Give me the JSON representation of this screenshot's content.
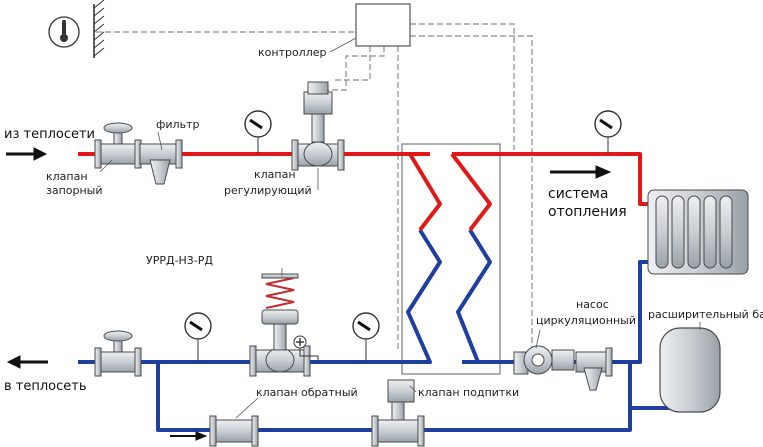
{
  "colors": {
    "supply": "#e01818",
    "return": "#1e3fa0",
    "control_line": "#888888",
    "equipment_fill": "#d0d4d8",
    "equipment_stroke": "#4a4a4a",
    "spring": "#c03030",
    "background": "#ffffff"
  },
  "labels": {
    "inlet": "из теплосети",
    "outlet": "в теплосеть",
    "filter": "фильтр",
    "shutoff_valve_1": "клапан",
    "shutoff_valve_2": "запорный",
    "controller": "контроллер",
    "regulating_valve_1": "клапан",
    "regulating_valve_2": "регулирующий",
    "heating_system_1": "система",
    "heating_system_2": "отопления",
    "pressure_regulator": "УРРД-Н3-РД",
    "pump_1": "насос",
    "pump_2": "циркуляционный",
    "expansion_tank": "расширительный бак",
    "check_valve": "клапан обратный",
    "makeup_valve": "клапан подпитки"
  },
  "icons": {
    "outdoor_sensor": "thermometer-icon",
    "gauge": "pressure-gauge-icon",
    "pressure_plus": "plus-icon"
  }
}
